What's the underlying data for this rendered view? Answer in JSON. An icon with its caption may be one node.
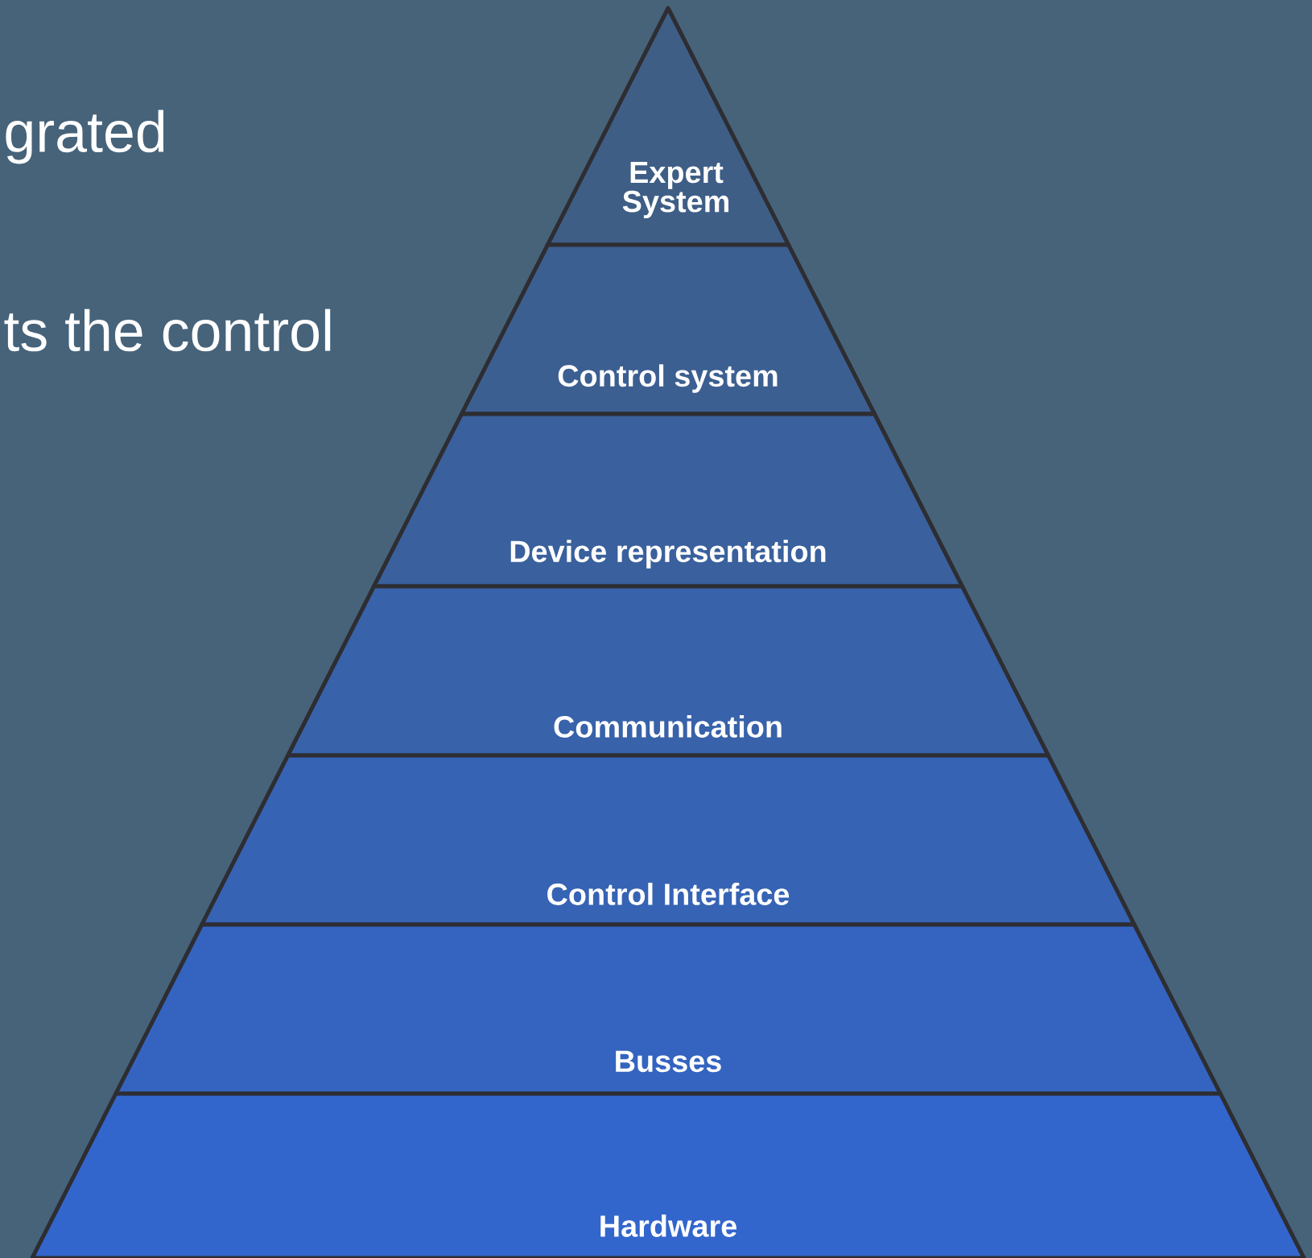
{
  "diagram": {
    "nodes": [
      {
        "text": [
          "Expert System"
        ]
      },
      {
        "text": [
          "Control system"
        ]
      },
      {
        "text": [
          "Device representation"
        ]
      },
      {
        "text": [
          "Communication"
        ]
      },
      {
        "text": [
          "Control Interface"
        ]
      },
      {
        "text": [
          "Busses"
        ]
      },
      {
        "text": [
          "Hardware"
        ]
      }
    ],
    "labels": [
      "grated",
      "ts the control"
    ]
  }
}
